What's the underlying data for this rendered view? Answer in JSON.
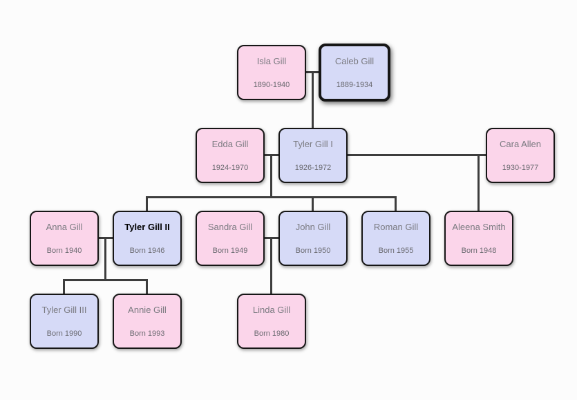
{
  "diagram": {
    "type": "family-tree",
    "generations": 4
  },
  "colors": {
    "female_fill": "#fbd5ea",
    "male_fill": "#d6daf7",
    "box_border": "#161616",
    "line": "#3d3d3d",
    "name_text": "#7a7a80",
    "date_text": "#6a6a70",
    "highlight_text": "#000000",
    "background": "#fcfcfc"
  },
  "people": [
    {
      "name": "Isla Gill",
      "dates": "1890-1940",
      "sex": "female"
    },
    {
      "name": "Caleb Gill",
      "dates": "1889-1934",
      "sex": "male",
      "selected": true
    },
    {
      "name": "Edda Gill",
      "dates": "1924-1970",
      "sex": "female"
    },
    {
      "name": "Tyler Gill I",
      "dates": "1926-1972",
      "sex": "male"
    },
    {
      "name": "Cara Allen",
      "dates": "1930-1977",
      "sex": "female"
    },
    {
      "name": "Anna Gill",
      "dates": "Born 1940",
      "sex": "female"
    },
    {
      "name": "Tyler Gill II",
      "dates": "Born 1946",
      "sex": "male",
      "emphasized": true
    },
    {
      "name": "Sandra Gill",
      "dates": "Born 1949",
      "sex": "female"
    },
    {
      "name": "John Gill",
      "dates": "Born 1950",
      "sex": "male"
    },
    {
      "name": "Roman Gill",
      "dates": "Born 1955",
      "sex": "male"
    },
    {
      "name": "Aleena Smith",
      "dates": "Born 1948",
      "sex": "female"
    },
    {
      "name": "Tyler Gill III",
      "dates": "Born 1990",
      "sex": "male"
    },
    {
      "name": "Annie Gill",
      "dates": "Born 1993",
      "sex": "female"
    },
    {
      "name": "Linda Gill",
      "dates": "Born 1980",
      "sex": "female"
    }
  ],
  "families": [
    {
      "parents": [
        "Isla Gill",
        "Caleb Gill"
      ],
      "children": [
        "Tyler Gill I"
      ]
    },
    {
      "parents": [
        "Edda Gill",
        "Tyler Gill I"
      ],
      "children": [
        "Tyler Gill II",
        "John Gill",
        "Roman Gill"
      ]
    },
    {
      "parents": [
        "Tyler Gill I",
        "Cara Allen"
      ],
      "children": [
        "Aleena Smith"
      ]
    },
    {
      "parents": [
        "Anna Gill",
        "Tyler Gill II"
      ],
      "children": [
        "Tyler Gill III",
        "Annie Gill"
      ]
    },
    {
      "parents": [
        "Sandra Gill",
        "John Gill"
      ],
      "children": [
        "Linda Gill"
      ]
    }
  ]
}
